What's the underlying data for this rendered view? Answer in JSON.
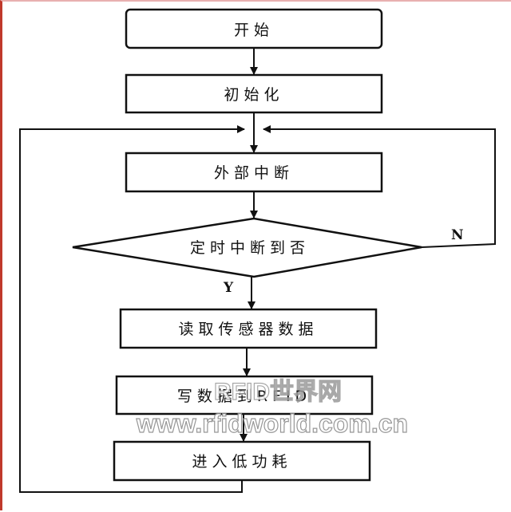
{
  "flowchart": {
    "steps": {
      "start": "开始",
      "init": "初始化",
      "external_interrupt": "外部中断",
      "timer_check": "定时中断到否",
      "read_sensor": "读取传感器数据",
      "write_data": "写数据到RFID",
      "low_power": "进入低功耗"
    },
    "branches": {
      "yes": "Y",
      "no": "N"
    }
  },
  "watermark": {
    "line1": "RFID世界网",
    "line2": "www.rfidworld.com.cn"
  }
}
